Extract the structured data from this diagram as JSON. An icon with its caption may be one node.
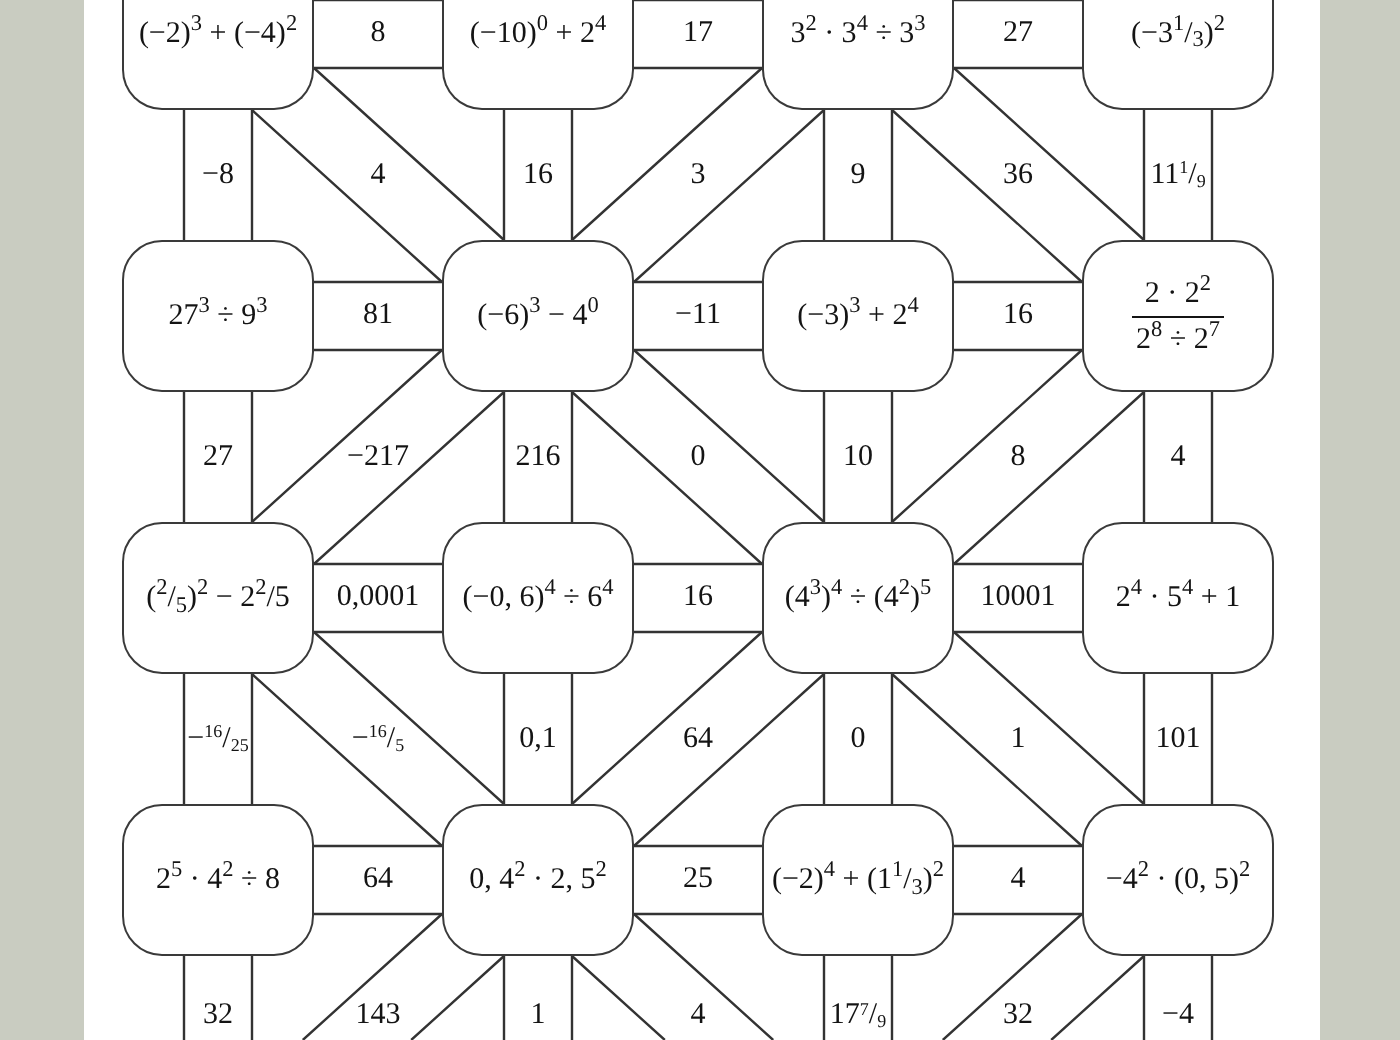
{
  "diagram": {
    "nodes": [
      {
        "text": [
          "(−2)$^{3}$ + (−4)$^{2}$"
        ]
      },
      {
        "text": [
          "(−10)$^{0}$ + 2$^{4}$"
        ]
      },
      {
        "text": [
          "3$^{2}$ · 3$^{4}$ ÷ 3$^{3}$"
        ]
      },
      {
        "text": [
          "(−3$^{1}$/$_{3}$)$^{2}$"
        ]
      },
      {
        "text": [
          "27$^{3}$ ÷ 9$^{3}$"
        ]
      },
      {
        "text": [
          "(−6)$^{3}$ − 4$^{0}$"
        ]
      },
      {
        "text": [
          "(−3)$^{3}$ + 2$^{4}$"
        ]
      },
      {
        "text": [
          "2 · 2$^{2}$",
          "2$^{8}$ ÷ 2$^{7}$"
        ]
      },
      {
        "text": [
          "($^{2}$/$_{5}$)$^{2}$ − 2$^{2}$/5"
        ]
      },
      {
        "text": [
          "(−0, 6)$^{4}$ ÷ 6$^{4}$"
        ]
      },
      {
        "text": [
          "(4$^{3}$)$^{4}$ ÷ (4$^{2}$)$^{5}$"
        ]
      },
      {
        "text": [
          "2$^{4}$ · 5$^{4}$ + 1"
        ]
      },
      {
        "text": [
          "2$^{5}$ · 4$^{2}$ ÷ 8"
        ]
      },
      {
        "text": [
          "0, 4$^{2}$ · 2, 5$^{2}$"
        ]
      },
      {
        "text": [
          "(−2)$^{4}$ + (1$^{1}$/$_{3}$)$^{2}$"
        ]
      },
      {
        "text": [
          "−4$^{2}$ · (0, 5)$^{2}$"
        ]
      }
    ],
    "edges": [
      {
        "from": 0,
        "to": 1,
        "arrow": "none",
        "label": "8"
      },
      {
        "from": 1,
        "to": 2,
        "arrow": "none",
        "label": "17"
      },
      {
        "from": 2,
        "to": 3,
        "arrow": "none",
        "label": "27"
      },
      {
        "from": 0,
        "to": 4,
        "arrow": "none",
        "label": "−8"
      },
      {
        "from": 0,
        "to": 5,
        "arrow": "none",
        "label": "4"
      },
      {
        "from": 1,
        "to": 5,
        "arrow": "none",
        "label": "16"
      },
      {
        "from": 2,
        "to": 5,
        "arrow": "none",
        "label": "3"
      },
      {
        "from": 2,
        "to": 6,
        "arrow": "none",
        "label": "9"
      },
      {
        "from": 2,
        "to": 7,
        "arrow": "none",
        "label": "36"
      },
      {
        "from": 3,
        "to": 7,
        "arrow": "none",
        "label": "11$^{1}$/$_{9}$"
      },
      {
        "from": 4,
        "to": 5,
        "arrow": "none",
        "label": "81"
      },
      {
        "from": 5,
        "to": 6,
        "arrow": "none",
        "label": "−11"
      },
      {
        "from": 6,
        "to": 7,
        "arrow": "none",
        "label": "16"
      },
      {
        "from": 4,
        "to": 8,
        "arrow": "none",
        "label": "27"
      },
      {
        "from": 5,
        "to": 8,
        "arrow": "none",
        "label": "−217"
      },
      {
        "from": 5,
        "to": 9,
        "arrow": "none",
        "label": "216"
      },
      {
        "from": 5,
        "to": 10,
        "arrow": "none",
        "label": "0"
      },
      {
        "from": 6,
        "to": 10,
        "arrow": "none",
        "label": "10"
      },
      {
        "from": 7,
        "to": 10,
        "arrow": "none",
        "label": "8"
      },
      {
        "from": 7,
        "to": 11,
        "arrow": "none",
        "label": "4"
      },
      {
        "from": 8,
        "to": 9,
        "arrow": "none",
        "label": "0,0001"
      },
      {
        "from": 9,
        "to": 10,
        "arrow": "none",
        "label": "16"
      },
      {
        "from": 10,
        "to": 11,
        "arrow": "none",
        "label": "10001"
      },
      {
        "from": 8,
        "to": 12,
        "arrow": "none",
        "label": "−$^{16}$/$_{25}$"
      },
      {
        "from": 8,
        "to": 13,
        "arrow": "none",
        "label": "−$^{16}$/$_{5}$"
      },
      {
        "from": 9,
        "to": 13,
        "arrow": "none",
        "label": "0,1"
      },
      {
        "from": 10,
        "to": 13,
        "arrow": "none",
        "label": "64"
      },
      {
        "from": 10,
        "to": 14,
        "arrow": "none",
        "label": "0"
      },
      {
        "from": 10,
        "to": 15,
        "arrow": "none",
        "label": "1"
      },
      {
        "from": 11,
        "to": 15,
        "arrow": "none",
        "label": "101"
      },
      {
        "from": 12,
        "to": 13,
        "arrow": "none",
        "label": "64"
      },
      {
        "from": 13,
        "to": 14,
        "arrow": "none",
        "label": "25"
      },
      {
        "from": 14,
        "to": 15,
        "arrow": "none",
        "label": "4"
      },
      {
        "from": 12,
        "to": null,
        "arrow": "none",
        "label": "32"
      },
      {
        "from": 13,
        "to": null,
        "arrow": "none",
        "label": "143"
      },
      {
        "from": 13,
        "to": null,
        "arrow": "none",
        "label": "1"
      },
      {
        "from": 13,
        "to": null,
        "arrow": "none",
        "label": "4"
      },
      {
        "from": 14,
        "to": null,
        "arrow": "none",
        "label": "17$^{7}$/$_{9}$"
      },
      {
        "from": 15,
        "to": null,
        "arrow": "none",
        "label": "32"
      },
      {
        "from": 15,
        "to": null,
        "arrow": "none",
        "label": "−4"
      }
    ]
  }
}
